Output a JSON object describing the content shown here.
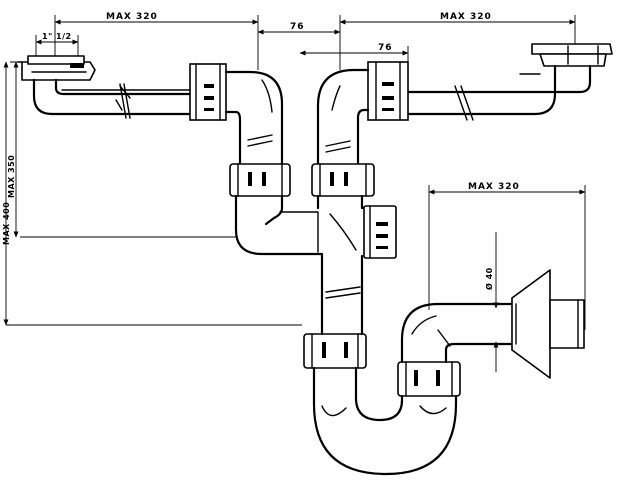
{
  "dimensions": {
    "top_left_reach": "MAX 320",
    "top_center_gap": "76",
    "top_right_reach": "MAX 320",
    "inner_spacing": "76",
    "outlet_reach": "MAX 320",
    "inlet_thread": "1\" 1/2",
    "depth_left": "MAX 350",
    "depth_outer": "MAX 400",
    "outlet_diameter": "Ø 40"
  },
  "icons": {
    "dimension_arrow": "arrowhead",
    "pipe_break": "break-mark"
  }
}
